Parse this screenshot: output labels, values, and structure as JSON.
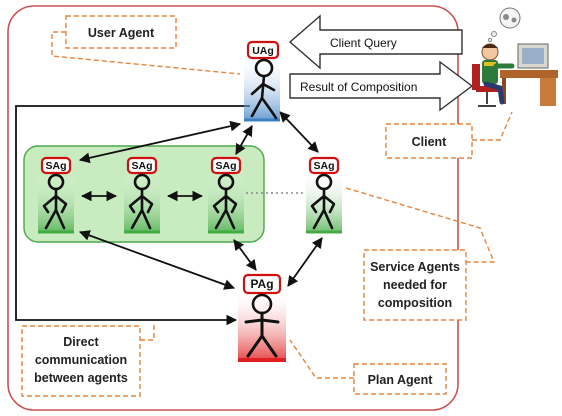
{
  "labels": {
    "user_agent": "User Agent",
    "client": "Client",
    "client_query": "Client Query",
    "result_of_composition": "Result of Composition",
    "service_agents_line1": "Service Agents",
    "service_agents_line2": "needed for",
    "service_agents_line3": "composition",
    "direct_line1": "Direct",
    "direct_line2": "communication",
    "direct_line3": "between agents",
    "plan_agent": "Plan Agent"
  },
  "agents": {
    "uag": "UAg",
    "sag": "SAg",
    "pag": "PAg"
  },
  "colors": {
    "frame": "#d05050",
    "group_fill": "#c8ecc0",
    "group_stroke": "#4aa84a",
    "label_border": "#e8833a",
    "badge_border": "#d01010",
    "uag_base": "#3b7fc4",
    "sag_base": "#44aa44",
    "pag_base": "#e02020"
  }
}
